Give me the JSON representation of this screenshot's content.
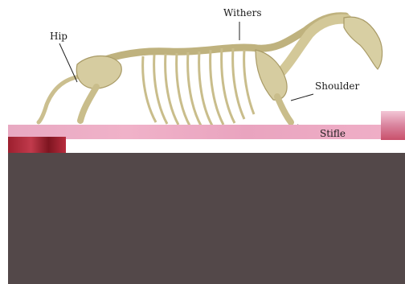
{
  "labels": {
    "withers": "Withers",
    "hip": "Hip",
    "shoulder": "Shoulder",
    "stifle": "Stifle"
  },
  "colors": {
    "bone": "#d8cfa3",
    "bone_shadow": "#b5a773",
    "band": "#eeafc7",
    "block": "#534849",
    "glitch_red": "#9c1f2e"
  }
}
